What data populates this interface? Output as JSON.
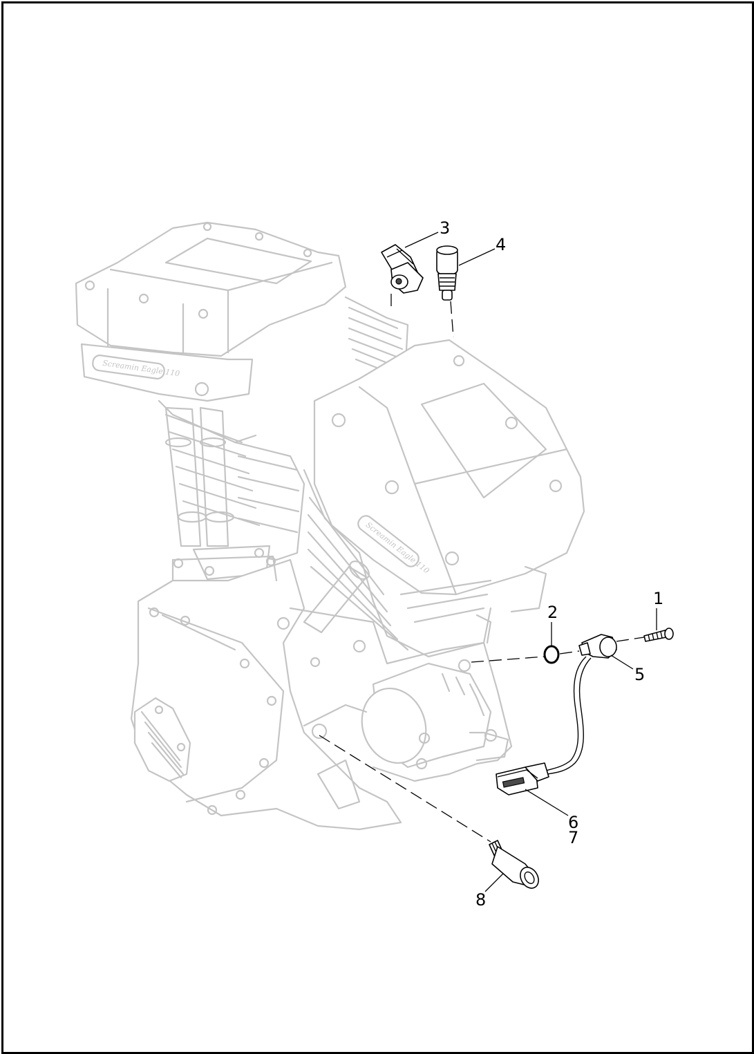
{
  "diagram": {
    "engine_badges": [
      "Screamin Eagle 110",
      "Screamin Eagle 110"
    ],
    "callouts": [
      {
        "id": "1",
        "label": "1"
      },
      {
        "id": "2",
        "label": "2"
      },
      {
        "id": "3",
        "label": "3"
      },
      {
        "id": "4",
        "label": "4"
      },
      {
        "id": "5",
        "label": "5"
      },
      {
        "id": "6",
        "label": "6"
      },
      {
        "id": "7",
        "label": "7"
      },
      {
        "id": "8",
        "label": "8"
      }
    ]
  },
  "colors": {
    "frame": "#000000",
    "ghost_engine": "#c4c4c4",
    "highlight_parts": "#000000",
    "background": "#ffffff"
  }
}
